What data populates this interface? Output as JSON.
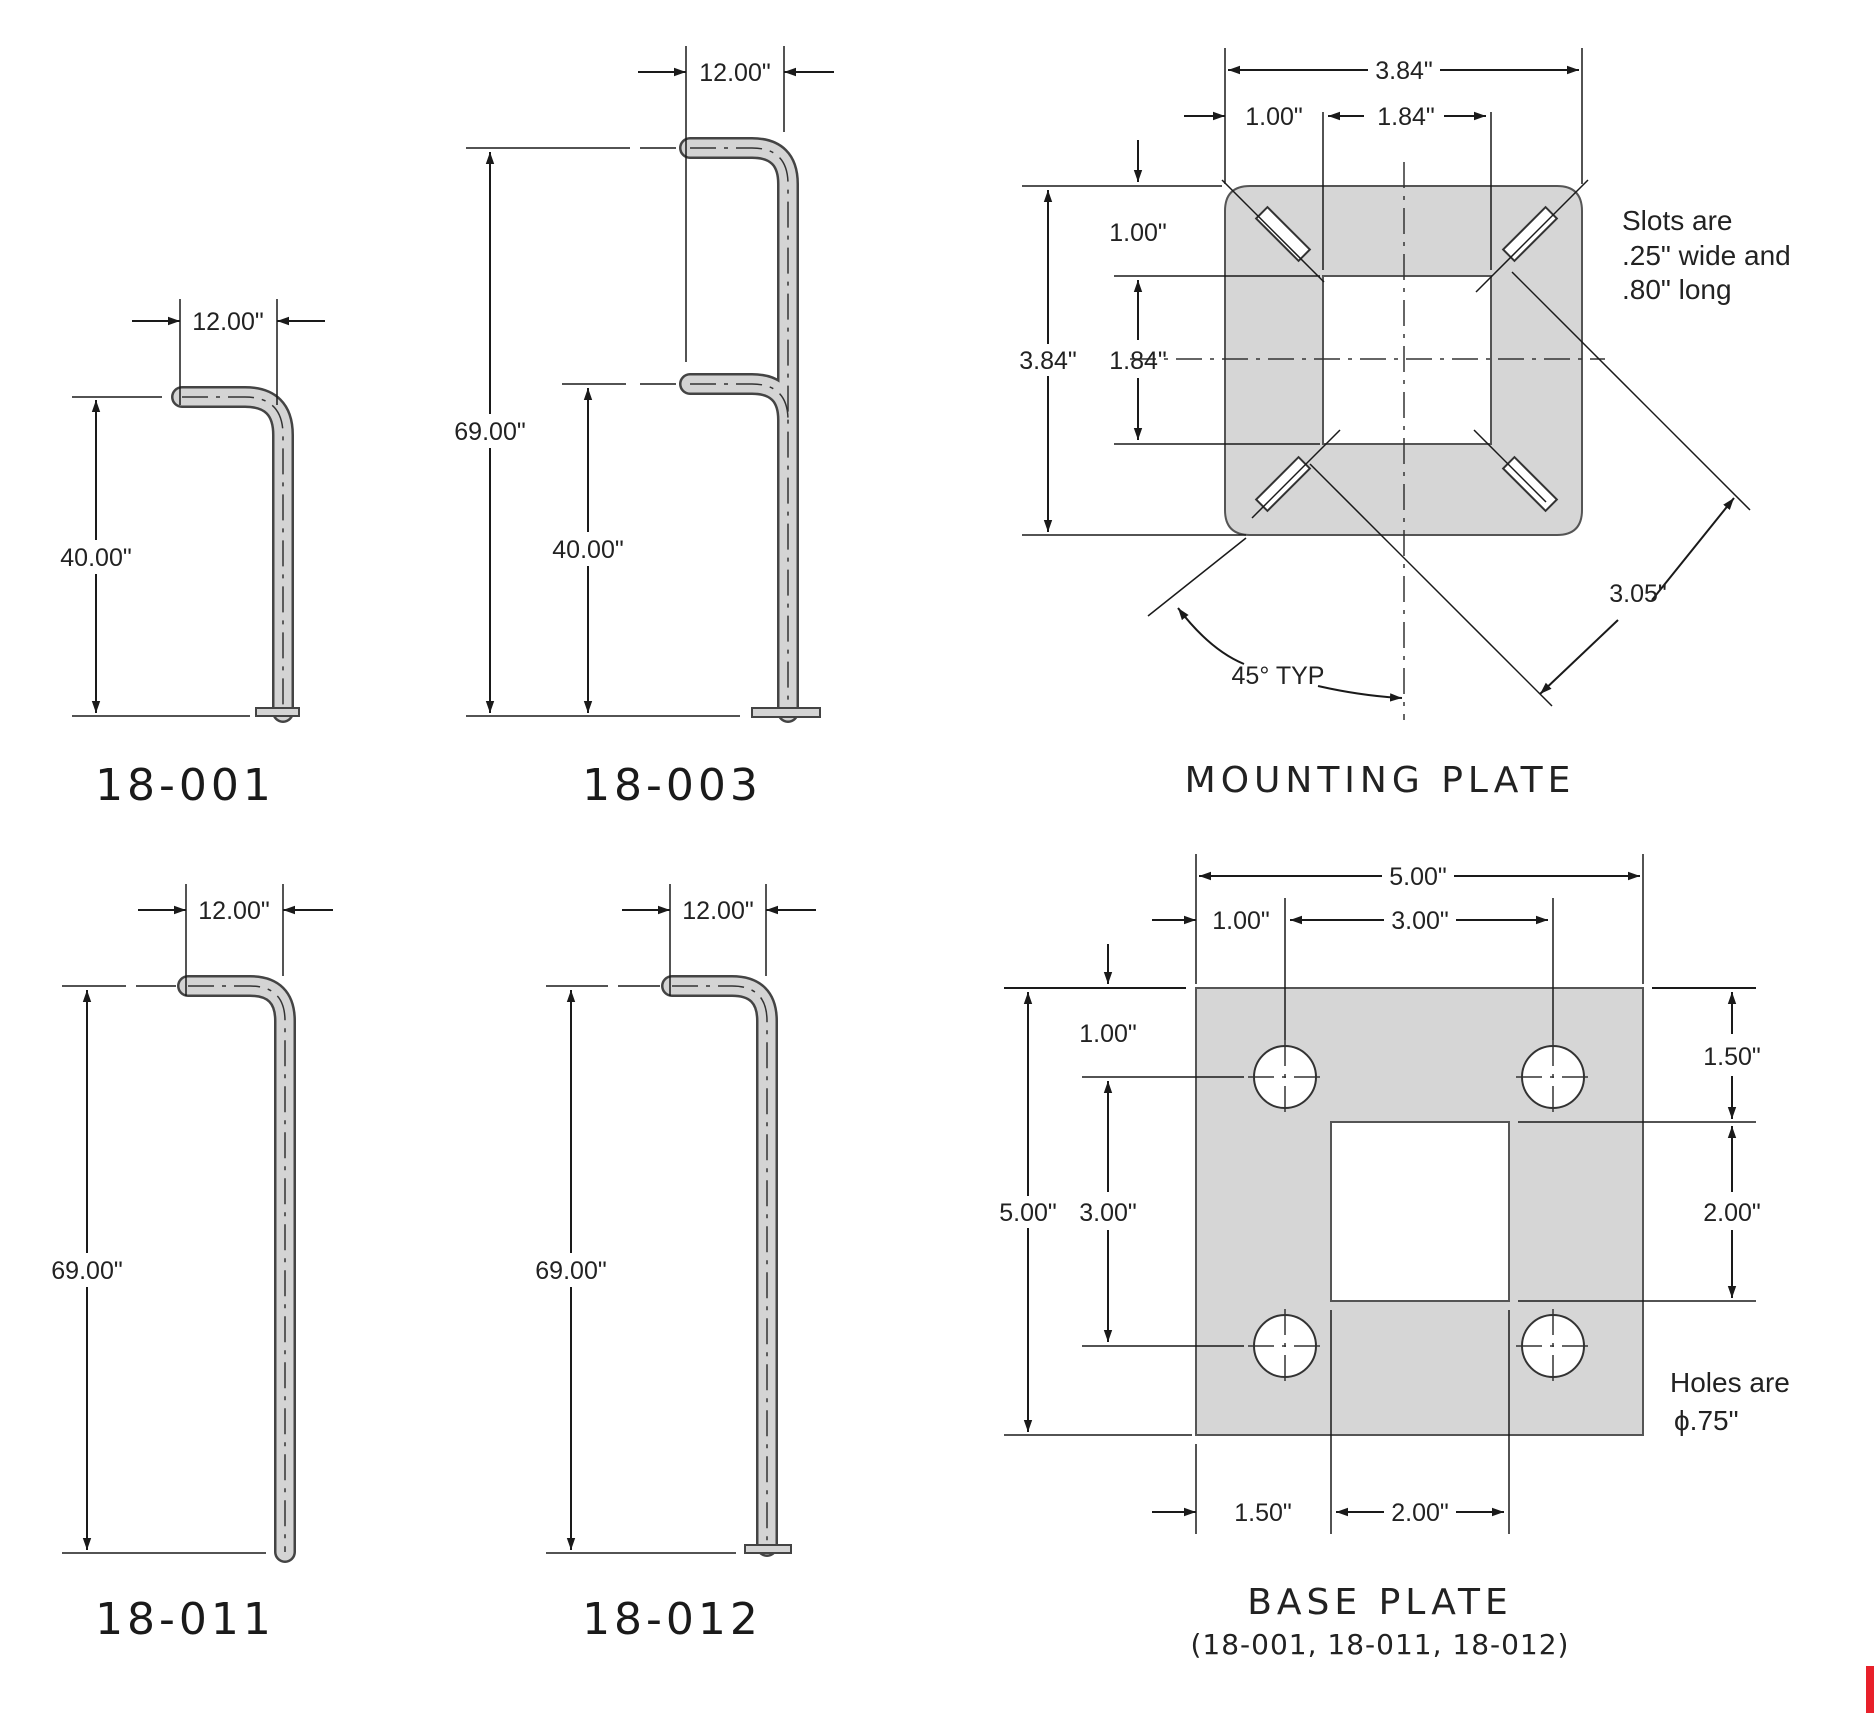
{
  "parts": {
    "p18_001": {
      "label": "18-001",
      "width_dim": "12.00\"",
      "height_dim": "40.00\""
    },
    "p18_003": {
      "label": "18-003",
      "width_dim": "12.00\"",
      "total_height_dim": "69.00\"",
      "lower_height_dim": "40.00\""
    },
    "p18_011": {
      "label": "18-011",
      "width_dim": "12.00\"",
      "height_dim": "69.00\""
    },
    "p18_012": {
      "label": "18-012",
      "width_dim": "12.00\"",
      "height_dim": "69.00\""
    }
  },
  "mounting_plate": {
    "title": "MOUNTING PLATE",
    "overall_width": "3.84\"",
    "left_offset": "1.00\"",
    "opening_width": "1.84\"",
    "overall_height": "3.84\"",
    "top_offset": "1.00\"",
    "opening_height": "1.84\"",
    "diagonal": "3.05\"",
    "angle": "45° TYP",
    "note_line1": "Slots are",
    "note_line2": ".25\" wide and",
    "note_line3": ".80\" long"
  },
  "base_plate": {
    "title": "BASE PLATE",
    "subtitle": "(18-001, 18-011, 18-012)",
    "overall_width": "5.00\"",
    "hole_offset_x": "1.00\"",
    "hole_spacing_x": "3.00\"",
    "overall_height": "5.00\"",
    "hole_offset_y": "1.00\"",
    "hole_spacing_y": "3.00\"",
    "right_top": "1.50\"",
    "right_opening": "2.00\"",
    "bottom_offset": "1.50\"",
    "bottom_opening": "2.00\"",
    "note_line1": "Holes are",
    "note_line2": "ϕ.75\""
  },
  "colors": {
    "fill": "#d6d6d6",
    "line": "#1a1a1a",
    "accent": "#e8202a"
  }
}
